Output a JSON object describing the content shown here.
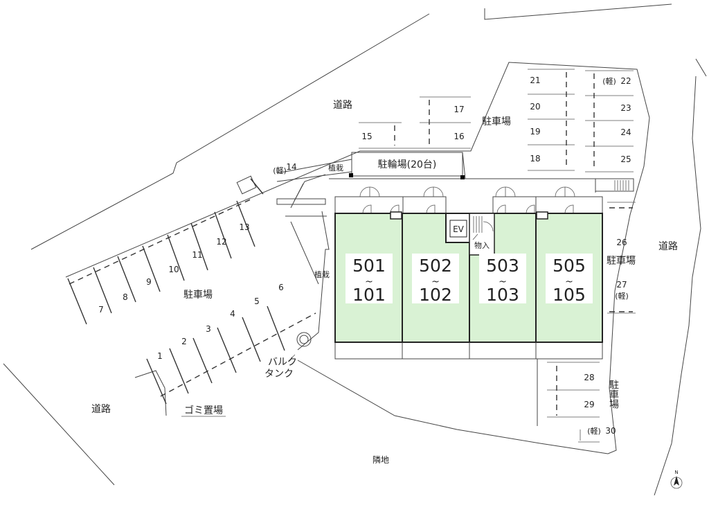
{
  "labels": {
    "road_top": "道路",
    "road_left": "道路",
    "road_right": "道路",
    "parking_top": "駐車場",
    "parking_left": "駐車場",
    "parking_right": "駐車場",
    "parking_bottom_right": "駐車場",
    "bicycle": "駐輪場(20台)",
    "planting_top": "植栽",
    "planting_mid": "植栽",
    "elevator": "EV",
    "storage": "物入",
    "bulk_tank_1": "バルク",
    "bulk_tank_2": "タンク",
    "garbage": "ゴミ置場",
    "neighbor": "隣地",
    "light_car_14": "(軽)",
    "light_car_22": "(軽)",
    "light_car_27": "(軽)",
    "light_car_30": "(軽)",
    "wave": "~",
    "north": "N"
  },
  "units": [
    {
      "top": "501",
      "bottom": "101"
    },
    {
      "top": "502",
      "bottom": "102"
    },
    {
      "top": "503",
      "bottom": "103"
    },
    {
      "top": "505",
      "bottom": "105"
    }
  ],
  "spaces": {
    "s1": "1",
    "s2": "2",
    "s3": "3",
    "s4": "4",
    "s5": "5",
    "s6": "6",
    "s7": "7",
    "s8": "8",
    "s9": "9",
    "s10": "10",
    "s11": "11",
    "s12": "12",
    "s13": "13",
    "s14": "14",
    "s15": "15",
    "s16": "16",
    "s17": "17",
    "s18": "18",
    "s19": "19",
    "s20": "20",
    "s21": "21",
    "s22": "22",
    "s23": "23",
    "s24": "24",
    "s25": "25",
    "s26": "26",
    "s27": "27",
    "s28": "28",
    "s29": "29",
    "s30": "30"
  }
}
